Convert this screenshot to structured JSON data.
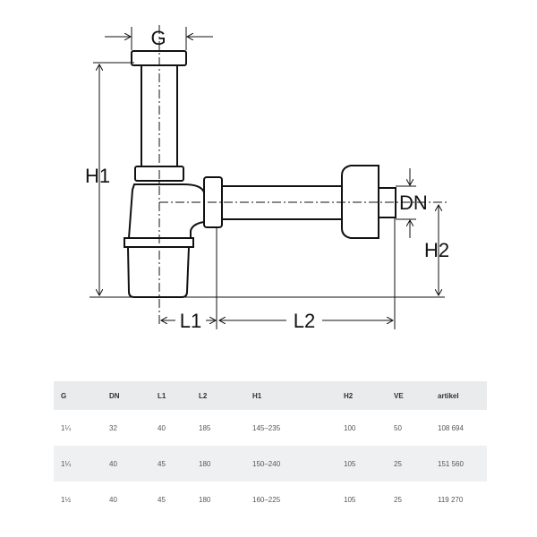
{
  "drawing": {
    "labels": {
      "g": "G",
      "h1": "H1",
      "h2": "H2",
      "dn": "DN",
      "l1": "L1",
      "l2": "L2"
    }
  },
  "table": {
    "headers": [
      "G",
      "DN",
      "L1",
      "L2",
      "H1",
      "H2",
      "VE",
      "artikel"
    ],
    "rows": [
      [
        "1¼",
        "32",
        "40",
        "185",
        "145–235",
        "100",
        "50",
        "108 694"
      ],
      [
        "1¼",
        "40",
        "45",
        "180",
        "150–240",
        "105",
        "25",
        "151 560"
      ],
      [
        "1½",
        "40",
        "45",
        "180",
        "160–225",
        "105",
        "25",
        "119 270"
      ]
    ]
  }
}
